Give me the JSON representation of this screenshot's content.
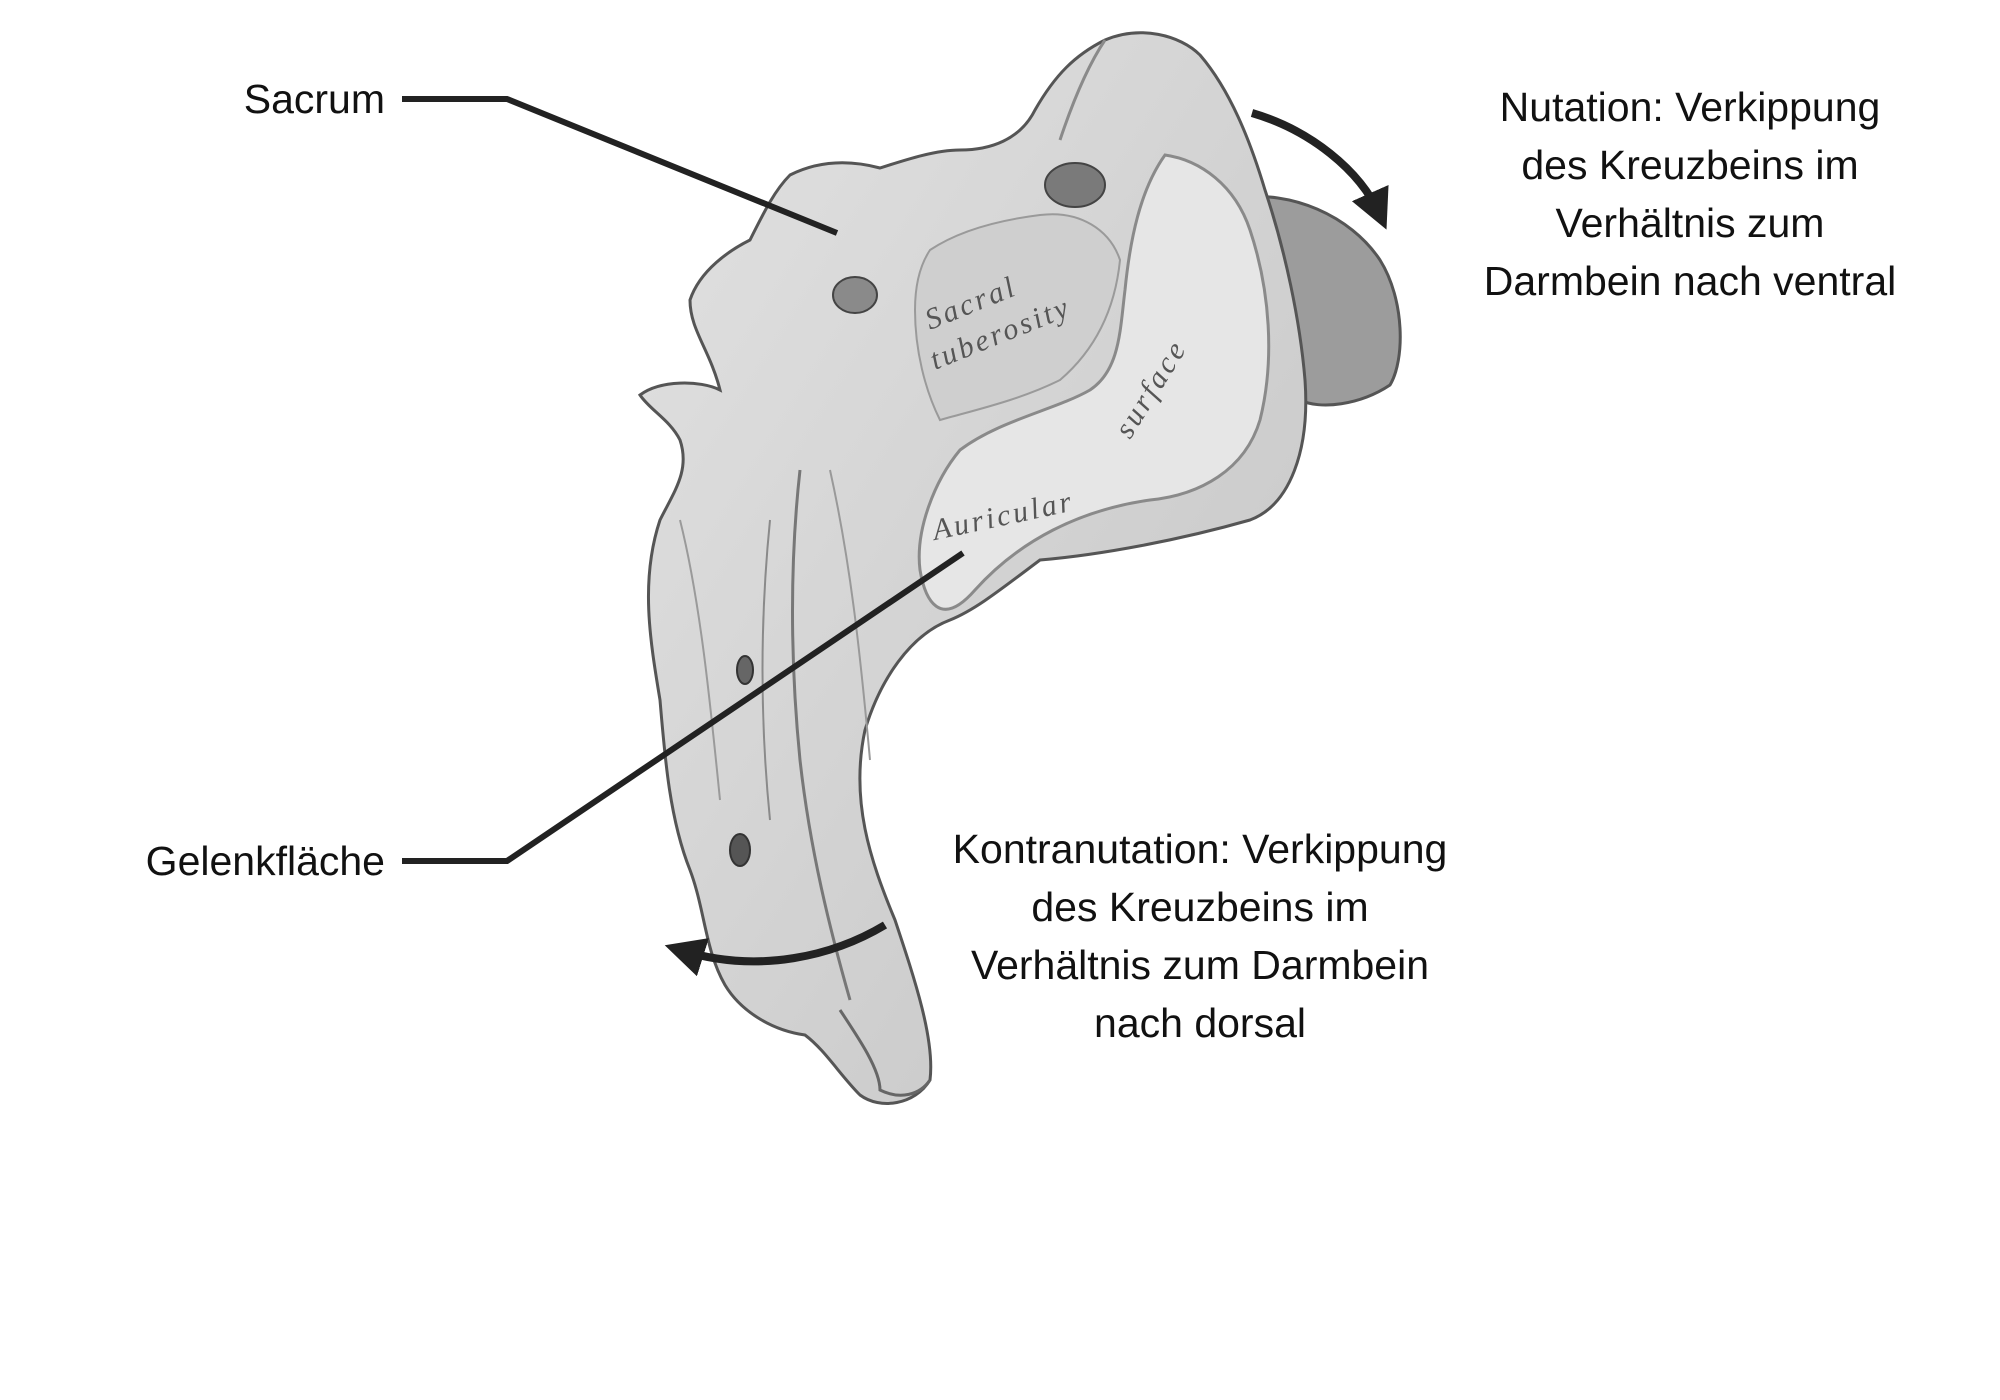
{
  "labels": {
    "sacrum": "Sacrum",
    "gelenkflaeche": "Gelenkfläche",
    "nutation": [
      "Nutation: Verkippung",
      "des Kreuzbeins im",
      "Verhältnis zum",
      "Darmbein nach ventral"
    ],
    "kontranutation": [
      "Kontranutation: Verkippung",
      "des Kreuzbeins im",
      "Verhältnis zum Darmbein",
      "nach dorsal"
    ]
  },
  "bone_labels": {
    "sacral": "Sacral",
    "tuberosity": "tuberosity",
    "auricular": "Auricular",
    "surface": "surface"
  },
  "colors": {
    "bone_fill": "#d9d9d9",
    "bone_shade": "#a9a9a9",
    "bone_dark": "#6e6e6e",
    "line": "#222222"
  }
}
